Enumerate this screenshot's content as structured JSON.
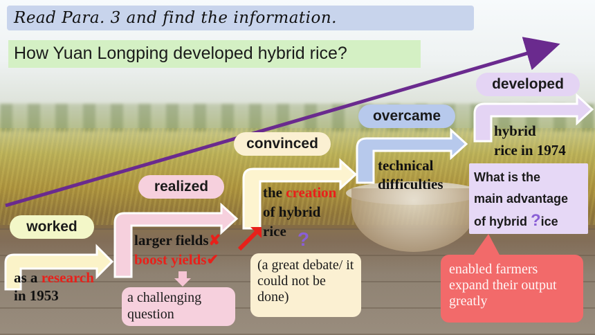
{
  "heading": "Read Para. 3 and find the information.",
  "question": "How Yuan Longping developed hybrid rice?",
  "steps": {
    "worked": {
      "label": "worked",
      "line1": "as a ",
      "highlight": "research",
      "line2": "in 1953"
    },
    "realized": {
      "label": "realized",
      "line1": "larger fields",
      "line2": "boost yields",
      "note": "a challenging question"
    },
    "convinced": {
      "label": "convinced",
      "line1": "the ",
      "highlight": "creation",
      "line2": "of hybrid",
      "line3": "rice",
      "note": "(a great debate/ it could not be done)"
    },
    "overcame": {
      "label": "overcame",
      "line1": "technical",
      "line2": "difficulties"
    },
    "developed": {
      "label": "developed",
      "line1": "hybrid",
      "line2": "rice in 1974"
    }
  },
  "advantage_question": {
    "line1": "What is the",
    "line2": "main advantage",
    "line3a": "of hybrid ",
    "line3b": "ice"
  },
  "answer": "enabled farmers expand their output greatly",
  "marks": {
    "cross": "✘",
    "check": "✔",
    "question": "?"
  },
  "colors": {
    "title_bar": "#c8d4ec",
    "question_bar": "#d4f0c4",
    "pink": "#f6d0dd",
    "blue": "#b7c9ec",
    "lilac": "#e4d4f4",
    "answer_red": "#f26a6a",
    "arrow_purple": "#6a2a8e"
  }
}
